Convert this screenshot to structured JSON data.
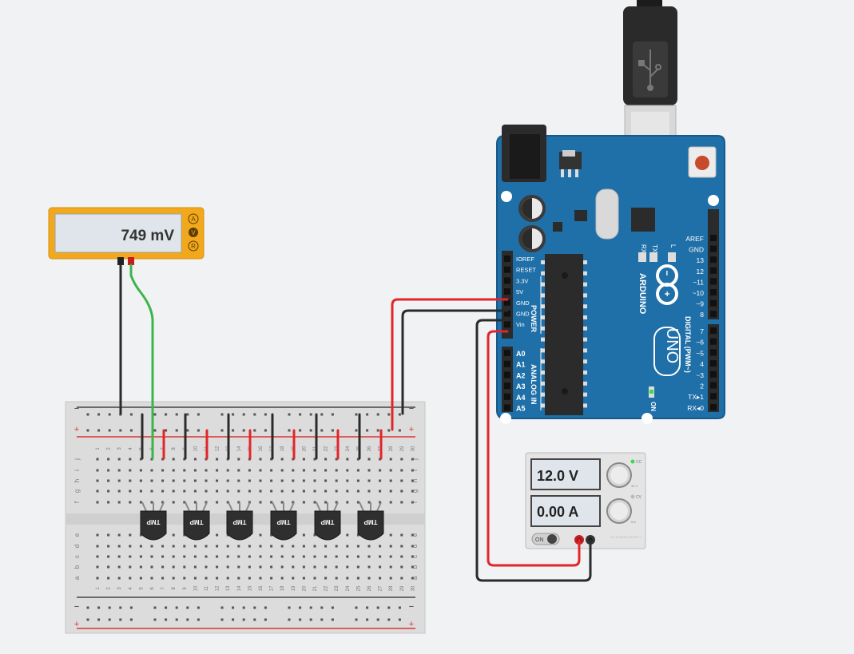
{
  "multimeter": {
    "reading": "749 mV",
    "modes": [
      "A",
      "V",
      "R"
    ]
  },
  "arduino": {
    "brand": "ARDUINO",
    "model": "UNO",
    "power_header_title": "POWER",
    "analog_header_title": "ANALOG IN",
    "digital_header_title": "DIGITAL (PWM~)",
    "power_pins": [
      "IOREF",
      "RESET",
      "3.3V",
      "5V",
      "GND",
      "GND",
      "Vin"
    ],
    "analog_pins": [
      "A0",
      "A1",
      "A2",
      "A3",
      "A4",
      "A5"
    ],
    "digital_pins_top": [
      "AREF",
      "GND",
      "13",
      "12",
      "~11",
      "~10",
      "~9",
      "8"
    ],
    "digital_pins_bottom": [
      "7",
      "~6",
      "~5",
      "4",
      "~3",
      "2",
      "TX▸1",
      "RX◂0"
    ],
    "led_labels": [
      "RX",
      "TX",
      "L"
    ],
    "on_label": "ON"
  },
  "power_supply": {
    "voltage": "12.0 V",
    "current": "0.00 A",
    "cc_label": "CC",
    "cv_label": "CV",
    "switch_label": "ON",
    "max_v": "30 V",
    "max_a": "5 A",
    "brand": "DC POWER SUPPLY"
  },
  "breadboard": {
    "columns": [
      "1",
      "2",
      "3",
      "4",
      "5",
      "6",
      "7",
      "8",
      "9",
      "10",
      "11",
      "12",
      "13",
      "14",
      "15",
      "16",
      "17",
      "18",
      "19",
      "20",
      "21",
      "22",
      "23",
      "24",
      "25",
      "26",
      "27",
      "28",
      "29",
      "30"
    ],
    "upper_rows": [
      "j",
      "i",
      "h",
      "g",
      "f"
    ],
    "lower_rows": [
      "e",
      "d",
      "c",
      "b",
      "a"
    ],
    "rail_minus": "−",
    "rail_plus": "+"
  },
  "sensors": [
    {
      "label": "TMP"
    },
    {
      "label": "TMP"
    },
    {
      "label": "TMP"
    },
    {
      "label": "TMP"
    },
    {
      "label": "TMP"
    },
    {
      "label": "TMP"
    }
  ],
  "colors": {
    "board_blue": "#1f6fa8",
    "wire_red": "#e0262a",
    "wire_green": "#3ab54a",
    "wire_black": "#2b2b2b",
    "multimeter_orange": "#f2a81d"
  }
}
